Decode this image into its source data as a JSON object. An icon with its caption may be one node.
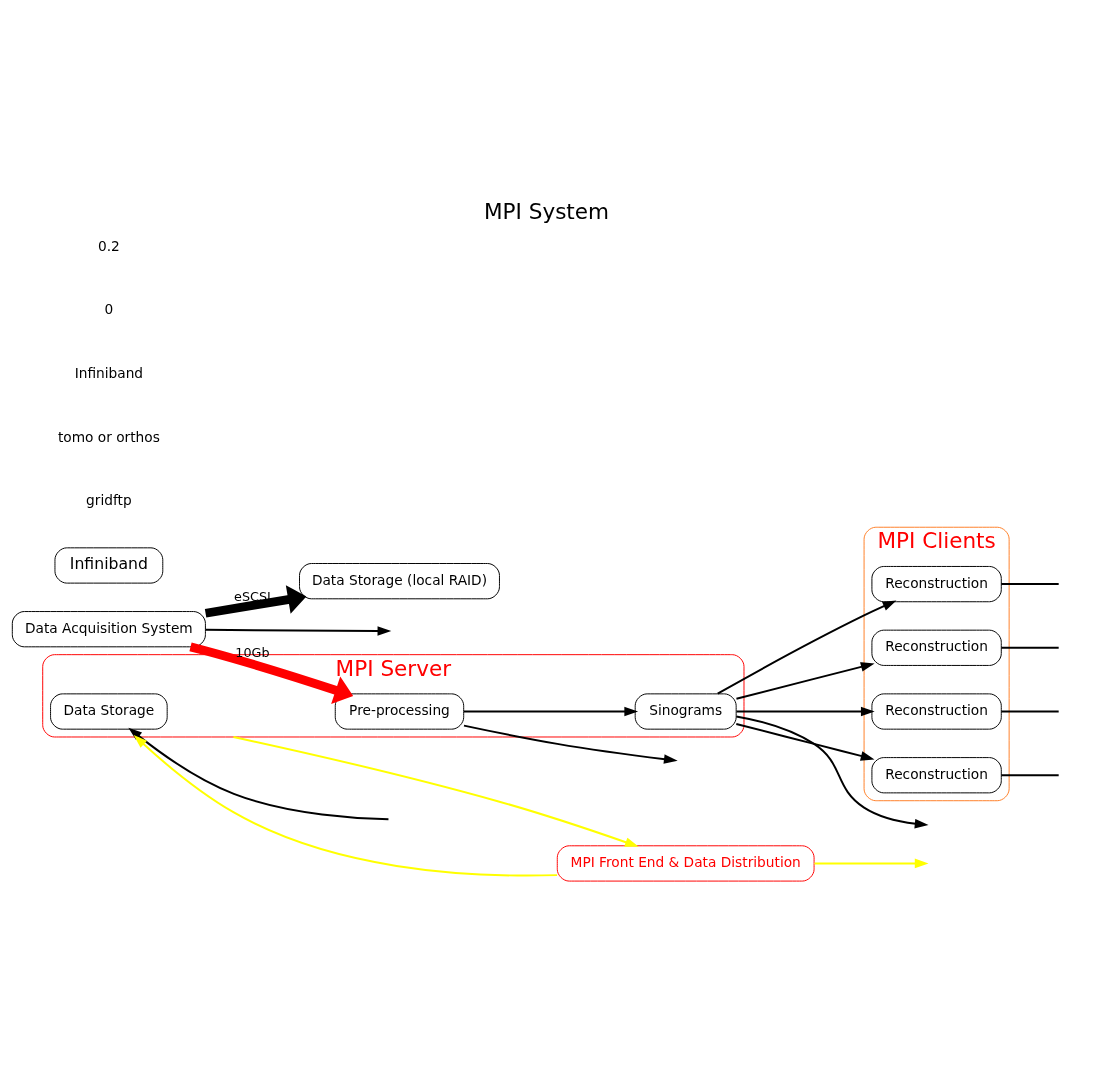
{
  "diagram": {
    "title": "MPI System",
    "nodes": [
      {
        "text": [
          "Data Storage (local RAID)"
        ]
      },
      {
        "text": [
          "Data Acquisition System"
        ]
      },
      {
        "text": [
          "MPI Server"
        ]
      },
      {
        "text": [
          "Pre-processing"
        ],
        "in": 2
      },
      {
        "text": [
          "Sinograms"
        ],
        "in": 2
      },
      {
        "text": [
          "Data Storage"
        ],
        "in": 2
      },
      {
        "text": [
          "Infiniband"
        ]
      },
      {
        "text": [
          "MPI Clients"
        ]
      },
      {
        "text": [
          "Reconstruction"
        ],
        "in": 7
      },
      {
        "text": [
          "Reconstruction"
        ],
        "in": 7
      },
      {
        "text": [
          "Reconstruction"
        ],
        "in": 7
      },
      {
        "text": [
          "Reconstruction"
        ],
        "in": 7
      },
      {
        "text": [
          "MPI Front End & Data Distribution"
        ]
      }
    ],
    "edges": [
      {
        "from": 1,
        "to": 0,
        "arrow": "to",
        "label": "eSCSI",
        "style": "thick"
      },
      {
        "from": 1,
        "to": 3,
        "arrow": "to",
        "label": "10Gb",
        "style": "thick",
        "color": "#ff0000"
      },
      {
        "from": 1,
        "to": null,
        "arrow": "to"
      },
      {
        "from": 3,
        "to": 4,
        "arrow": "to"
      },
      {
        "from": 3,
        "to": null,
        "arrow": "to"
      },
      {
        "from": 4,
        "to": null,
        "arrow": "to"
      },
      {
        "from": 4,
        "to": 8,
        "arrow": "to"
      },
      {
        "from": 4,
        "to": 9,
        "arrow": "to"
      },
      {
        "from": 4,
        "to": 10,
        "arrow": "to"
      },
      {
        "from": 4,
        "to": 11,
        "arrow": "to"
      },
      {
        "from": 8,
        "to": null,
        "arrow": "none"
      },
      {
        "from": 9,
        "to": null,
        "arrow": "none"
      },
      {
        "from": 10,
        "to": null,
        "arrow": "none"
      },
      {
        "from": 11,
        "to": null,
        "arrow": "none"
      },
      {
        "from": null,
        "to": 5,
        "arrow": "to"
      },
      {
        "from": 2,
        "to": 12,
        "arrow": "to",
        "color": "#ffff00"
      },
      {
        "from": 12,
        "to": 2,
        "arrow": "to",
        "color": "#ffff00"
      },
      {
        "from": 12,
        "to": null,
        "arrow": "to",
        "color": "#ffff00"
      }
    ],
    "labels": [
      "gridftp",
      "tomo or orthos",
      "Infiniband",
      "0",
      "0.2"
    ]
  }
}
